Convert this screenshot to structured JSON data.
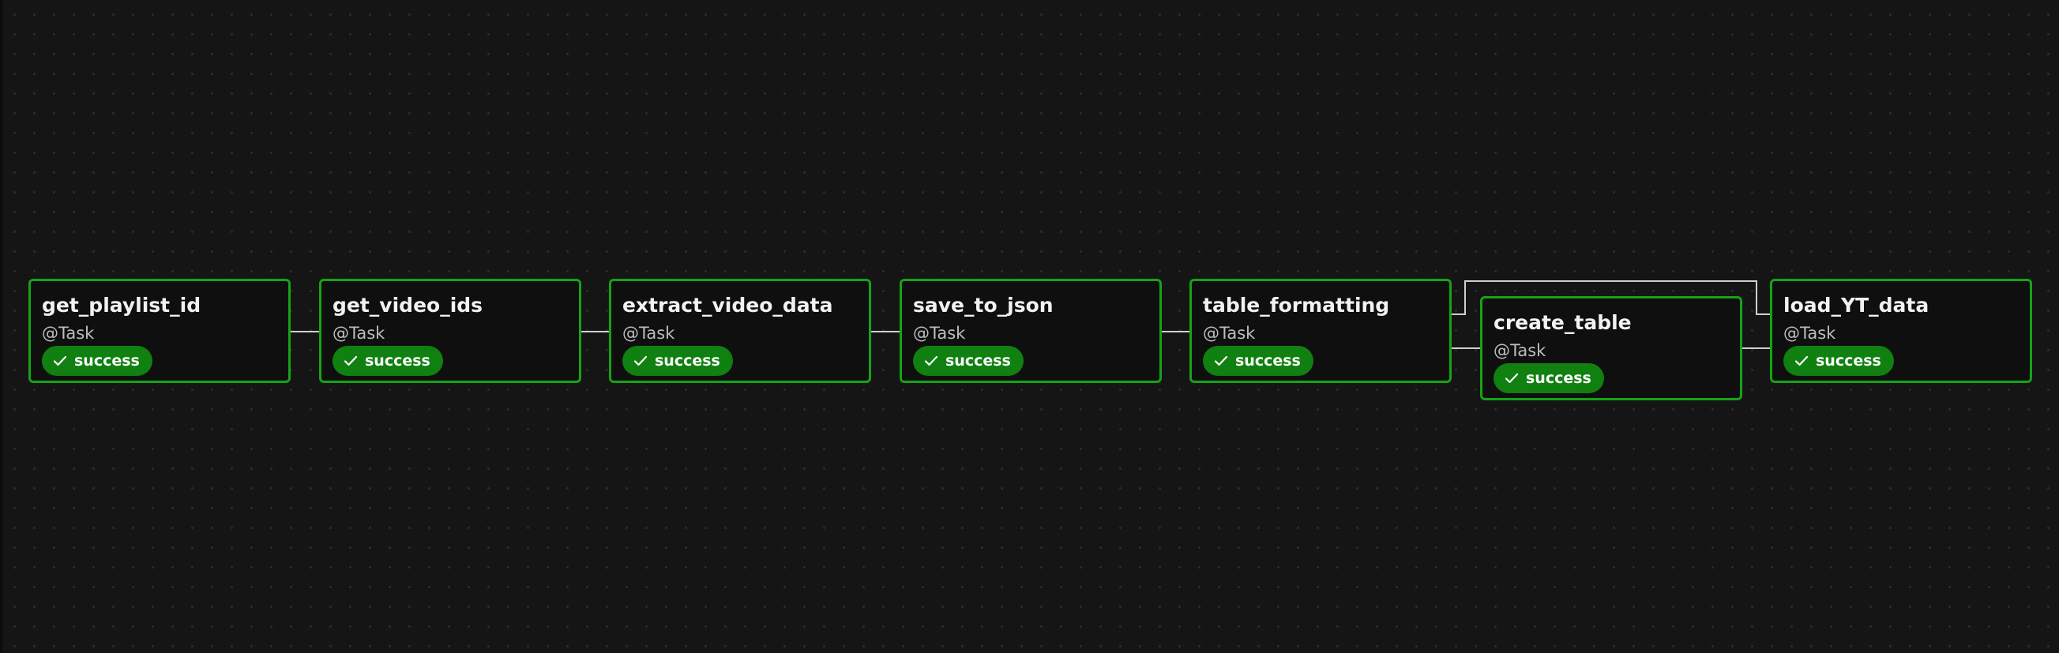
{
  "graph": {
    "colors": {
      "background": "#151515",
      "node_border": "#16a316",
      "node_fill": "#0f0f10",
      "badge": "#108010",
      "edge": "#cfcfcf"
    },
    "nodes": [
      {
        "id": "get_playlist_id",
        "label": "get_playlist_id",
        "sublabel": "@Task",
        "status": "success"
      },
      {
        "id": "get_video_ids",
        "label": "get_video_ids",
        "sublabel": "@Task",
        "status": "success"
      },
      {
        "id": "extract_video_data",
        "label": "extract_video_data",
        "sublabel": "@Task",
        "status": "success"
      },
      {
        "id": "save_to_json",
        "label": "save_to_json",
        "sublabel": "@Task",
        "status": "success"
      },
      {
        "id": "table_formatting",
        "label": "table_formatting",
        "sublabel": "@Task",
        "status": "success"
      },
      {
        "id": "create_table",
        "label": "create_table",
        "sublabel": "@Task",
        "status": "success"
      },
      {
        "id": "load_YT_data",
        "label": "load_YT_data",
        "sublabel": "@Task",
        "status": "success"
      }
    ],
    "edges": [
      {
        "from": "get_playlist_id",
        "to": "get_video_ids"
      },
      {
        "from": "get_video_ids",
        "to": "extract_video_data"
      },
      {
        "from": "extract_video_data",
        "to": "save_to_json"
      },
      {
        "from": "save_to_json",
        "to": "table_formatting"
      },
      {
        "from": "table_formatting",
        "to": "create_table"
      },
      {
        "from": "table_formatting",
        "to": "load_YT_data"
      },
      {
        "from": "create_table",
        "to": "load_YT_data"
      }
    ]
  }
}
